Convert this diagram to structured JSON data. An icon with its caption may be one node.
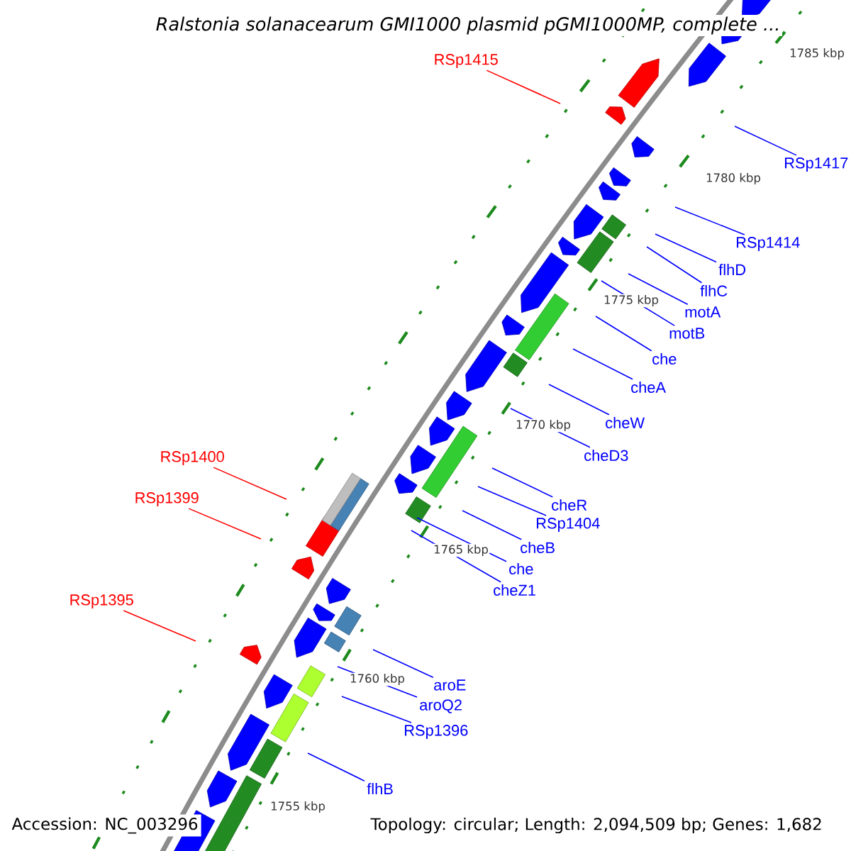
{
  "diagram": {
    "title": "Ralstonia solanacearum GMI1000 plasmid pGMI1000MP, complete ...",
    "nodes": [
      {
        "text": [
          "RSp1415"
        ]
      },
      {
        "text": [
          "RSp1417"
        ]
      },
      {
        "text": [
          "RSp1414"
        ]
      },
      {
        "text": [
          "flhD"
        ]
      },
      {
        "text": [
          "flhC"
        ]
      },
      {
        "text": [
          "motA"
        ]
      },
      {
        "text": [
          "motB"
        ]
      },
      {
        "text": [
          "che"
        ]
      },
      {
        "text": [
          "cheA"
        ]
      },
      {
        "text": [
          "cheW"
        ]
      },
      {
        "text": [
          "cheD3"
        ]
      },
      {
        "text": [
          "RSp1400"
        ]
      },
      {
        "text": [
          "cheR"
        ]
      },
      {
        "text": [
          "RSp1404"
        ]
      },
      {
        "text": [
          "RSp1399"
        ]
      },
      {
        "text": [
          "cheB"
        ]
      },
      {
        "text": [
          "che"
        ]
      },
      {
        "text": [
          "cheZ1"
        ]
      },
      {
        "text": [
          "RSp1395"
        ]
      },
      {
        "text": [
          "aroE"
        ]
      },
      {
        "text": [
          "aroQ2"
        ]
      },
      {
        "text": [
          "RSp1396"
        ]
      },
      {
        "text": [
          "flhB"
        ]
      }
    ],
    "edges": [
      {
        "from": 0,
        "to": null,
        "arrow": "none",
        "color": "#ff0000"
      },
      {
        "from": 1,
        "to": null,
        "arrow": "none"
      },
      {
        "from": 2,
        "to": null,
        "arrow": "none"
      },
      {
        "from": 3,
        "to": null,
        "arrow": "none"
      },
      {
        "from": 4,
        "to": null,
        "arrow": "none"
      },
      {
        "from": 5,
        "to": null,
        "arrow": "none"
      },
      {
        "from": 6,
        "to": null,
        "arrow": "none"
      },
      {
        "from": 7,
        "to": null,
        "arrow": "none"
      },
      {
        "from": 8,
        "to": null,
        "arrow": "none"
      },
      {
        "from": 9,
        "to": null,
        "arrow": "none"
      },
      {
        "from": 10,
        "to": null,
        "arrow": "none"
      },
      {
        "from": 11,
        "to": null,
        "arrow": "none",
        "color": "#ff0000"
      },
      {
        "from": 12,
        "to": null,
        "arrow": "none"
      },
      {
        "from": 13,
        "to": null,
        "arrow": "none"
      },
      {
        "from": 14,
        "to": null,
        "arrow": "none",
        "color": "#ff0000"
      },
      {
        "from": 15,
        "to": null,
        "arrow": "none"
      },
      {
        "from": 16,
        "to": null,
        "arrow": "none"
      },
      {
        "from": 17,
        "to": null,
        "arrow": "none"
      },
      {
        "from": 18,
        "to": null,
        "arrow": "none",
        "color": "#ff0000"
      },
      {
        "from": 19,
        "to": null,
        "arrow": "none"
      },
      {
        "from": 20,
        "to": null,
        "arrow": "none"
      },
      {
        "from": 21,
        "to": null,
        "arrow": "none"
      },
      {
        "from": 22,
        "to": null,
        "arrow": "none"
      }
    ],
    "labels": [
      "1785 kbp",
      "1780 kbp",
      "1775 kbp",
      "1770 kbp",
      "1765 kbp",
      "1760 kbp",
      "1755 kbp",
      "Accession: NC_003296",
      "Topology: circular; Length: 2,094,509 bp; Genes: 1,682"
    ]
  }
}
